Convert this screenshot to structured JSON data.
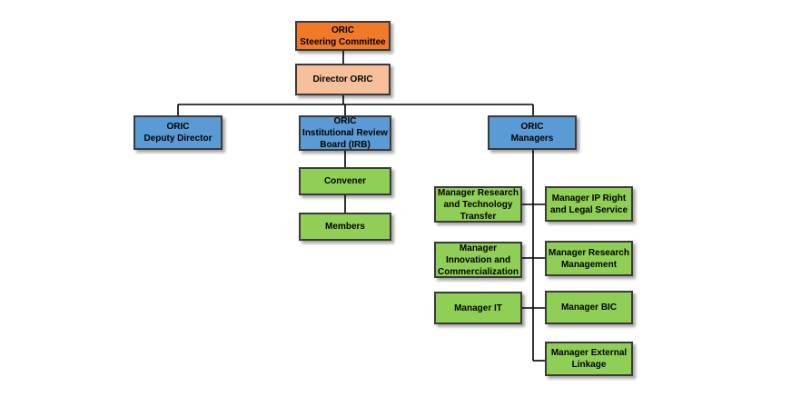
{
  "colors": {
    "steering": "#f07a28",
    "director": "#f7c09a",
    "blue": "#5b9bd5",
    "green": "#8fcf55",
    "border": "#3a3a3a"
  },
  "nodes": {
    "steering": "ORIC\nSteering Committee",
    "director": "Director ORIC",
    "deputy": "ORIC\nDeputy Director",
    "irb": "ORIC\nInstitutional Review\nBoard (IRB)",
    "managers": "ORIC\nManagers",
    "convener": "Convener",
    "members": "Members",
    "mgr_rtt": "Manager Research\nand Technology\nTransfer",
    "mgr_ip": "Manager IP Right\nand Legal Service",
    "mgr_ic": "Manager\nInnovation and\nCommercialization",
    "mgr_rm": "Manager Research\nManagement",
    "mgr_it": "Manager IT",
    "mgr_bic": "Manager BIC",
    "mgr_ext": "Manager External\nLinkage"
  }
}
